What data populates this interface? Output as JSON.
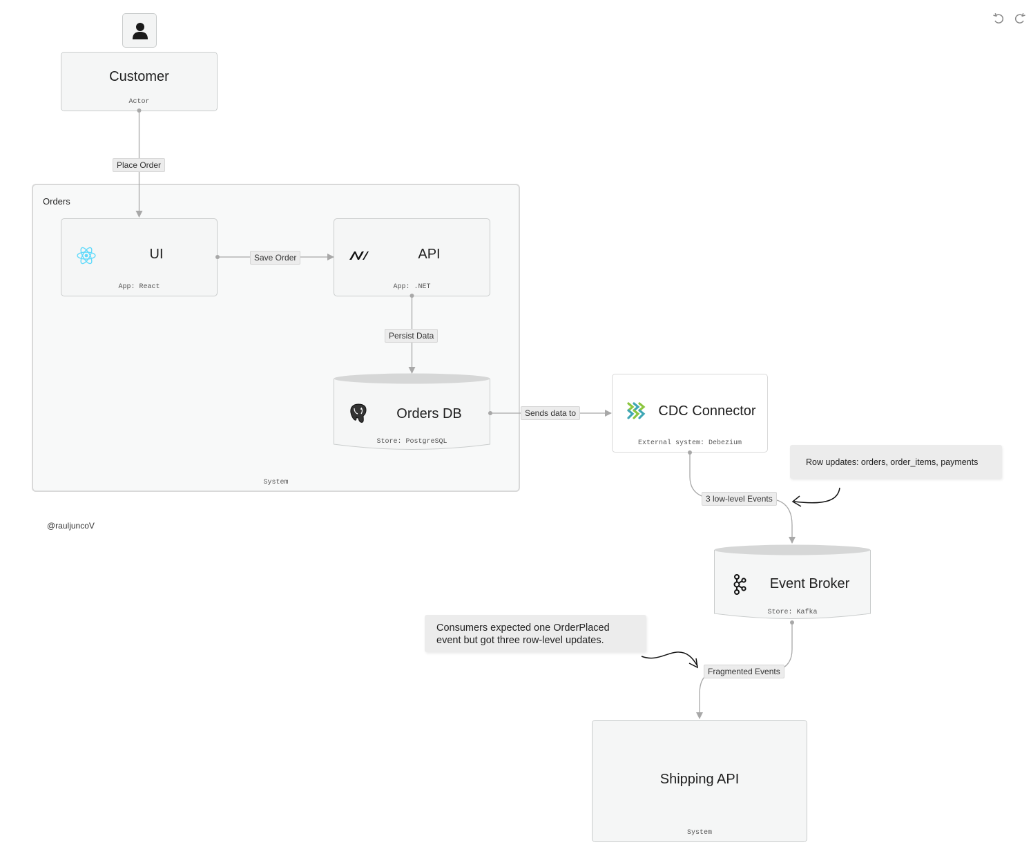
{
  "toolbar": {
    "undo_icon": "undo-icon",
    "redo_icon": "redo-icon"
  },
  "actor": {
    "title": "Customer",
    "type": "Actor",
    "icon": "user-icon"
  },
  "group": {
    "title": "Orders",
    "type": "System"
  },
  "nodes": {
    "ui": {
      "title": "UI",
      "type": "App: React",
      "icon": "react-icon"
    },
    "api": {
      "title": "API",
      "type": "App: .NET",
      "icon": "dotnet-icon"
    },
    "orders_db": {
      "title": "Orders DB",
      "type": "Store: PostgreSQL",
      "icon": "postgresql-icon"
    },
    "cdc": {
      "title": "CDC Connector",
      "type": "External system: Debezium",
      "icon": "debezium-icon"
    },
    "broker": {
      "title": "Event Broker",
      "type": "Store: Kafka",
      "icon": "kafka-icon"
    },
    "shipping": {
      "title": "Shipping API",
      "type": "System"
    }
  },
  "edges": {
    "place_order": "Place Order",
    "save_order": "Save Order",
    "persist_data": "Persist Data",
    "sends_data_to": "Sends data to",
    "low_level_events": "3 low-level Events",
    "fragmented_events": "Fragmented Events"
  },
  "notes": {
    "row_updates": "Row updates: orders, order_items, payments",
    "consumers_line1": "Consumers expected one OrderPlaced",
    "consumers_line2": "event but got three row-level updates."
  },
  "credit": "@rauljuncoV",
  "colors": {
    "edge": "#a8a8a8",
    "react": "#61dafb",
    "node_bg": "#f5f6f6",
    "label_bg": "#ececec"
  }
}
